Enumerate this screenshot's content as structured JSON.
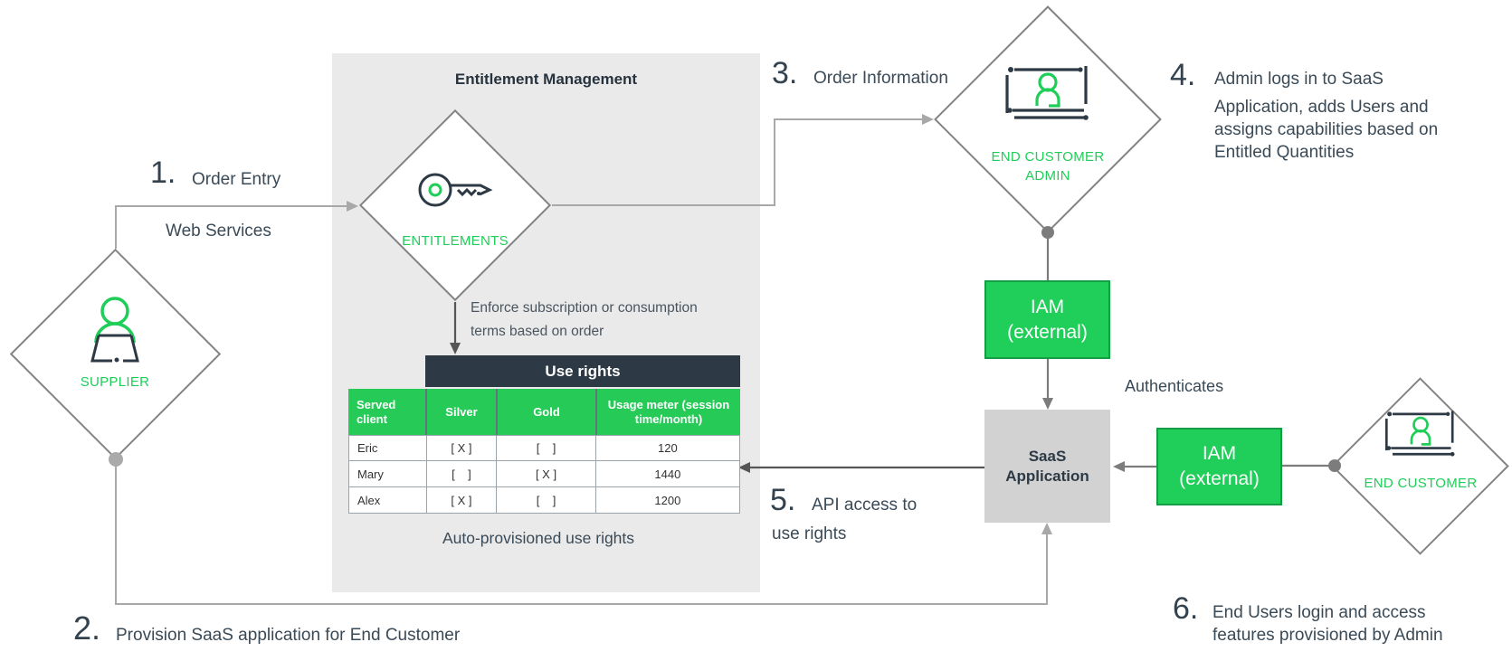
{
  "colors": {
    "accent_green": "#1fce58",
    "box_green_fill": "#20ce5a",
    "box_green_border": "#149e44",
    "table_header_green": "#25cb56",
    "table_title_dark": "#2d3a45",
    "panel_gray": "#eaeaea",
    "saas_gray": "#d2d2d2",
    "dark_text": "#33424f",
    "connector_light": "#a8a8a8",
    "connector_dark": "#565656"
  },
  "panel": {
    "title": "Entitlement Management",
    "footnote": "Auto-provisioned use rights"
  },
  "nodes": {
    "supplier": {
      "label": "SUPPLIER",
      "icon": "person-at-laptop-icon"
    },
    "entitlements": {
      "label": "ENTITLEMENTS",
      "icon": "key-icon"
    },
    "admin": {
      "line1": "END CUSTOMER",
      "line2": "ADMIN",
      "icon": "laptop-user-icon"
    },
    "end_customer": {
      "label": "END CUSTOMER",
      "icon": "laptop-user-icon"
    },
    "iam1": {
      "line1": "IAM",
      "line2": "(external)"
    },
    "iam2": {
      "line1": "IAM",
      "line2": "(external)"
    },
    "saas": {
      "line1": "SaaS",
      "line2": "Application"
    }
  },
  "annotations": {
    "step1": {
      "num": "1.",
      "text": "Order Entry",
      "sub": "Web Services"
    },
    "step2": {
      "num": "2.",
      "text": "Provision SaaS application for End Customer"
    },
    "step3": {
      "num": "3.",
      "text": "Order Information"
    },
    "step4": {
      "num": "4.",
      "line1": "Admin logs in to SaaS",
      "line2": "Application, adds Users and",
      "line3": "assigns capabilities based on",
      "line4": "Entitled Quantities"
    },
    "step5": {
      "num": "5.",
      "line1": "API access to",
      "line2": "use rights"
    },
    "step6": {
      "num": "6.",
      "line1": "End Users login and access",
      "line2": "features provisioned by Admin"
    },
    "enforce_line1": "Enforce subscription or consumption",
    "enforce_line2": "terms based on order",
    "authenticates": "Authenticates"
  },
  "table": {
    "title": "Use rights",
    "columns": [
      "Served client",
      "Silver",
      "Gold",
      "Usage meter (session time/month)"
    ],
    "rows": [
      {
        "client": "Eric",
        "silver": "[ X ]",
        "gold": "[    ]",
        "usage": "120"
      },
      {
        "client": "Mary",
        "silver": "[    ]",
        "gold": "[ X ]",
        "usage": "1440"
      },
      {
        "client": "Alex",
        "silver": "[ X ]",
        "gold": "[    ]",
        "usage": "1200"
      }
    ]
  }
}
